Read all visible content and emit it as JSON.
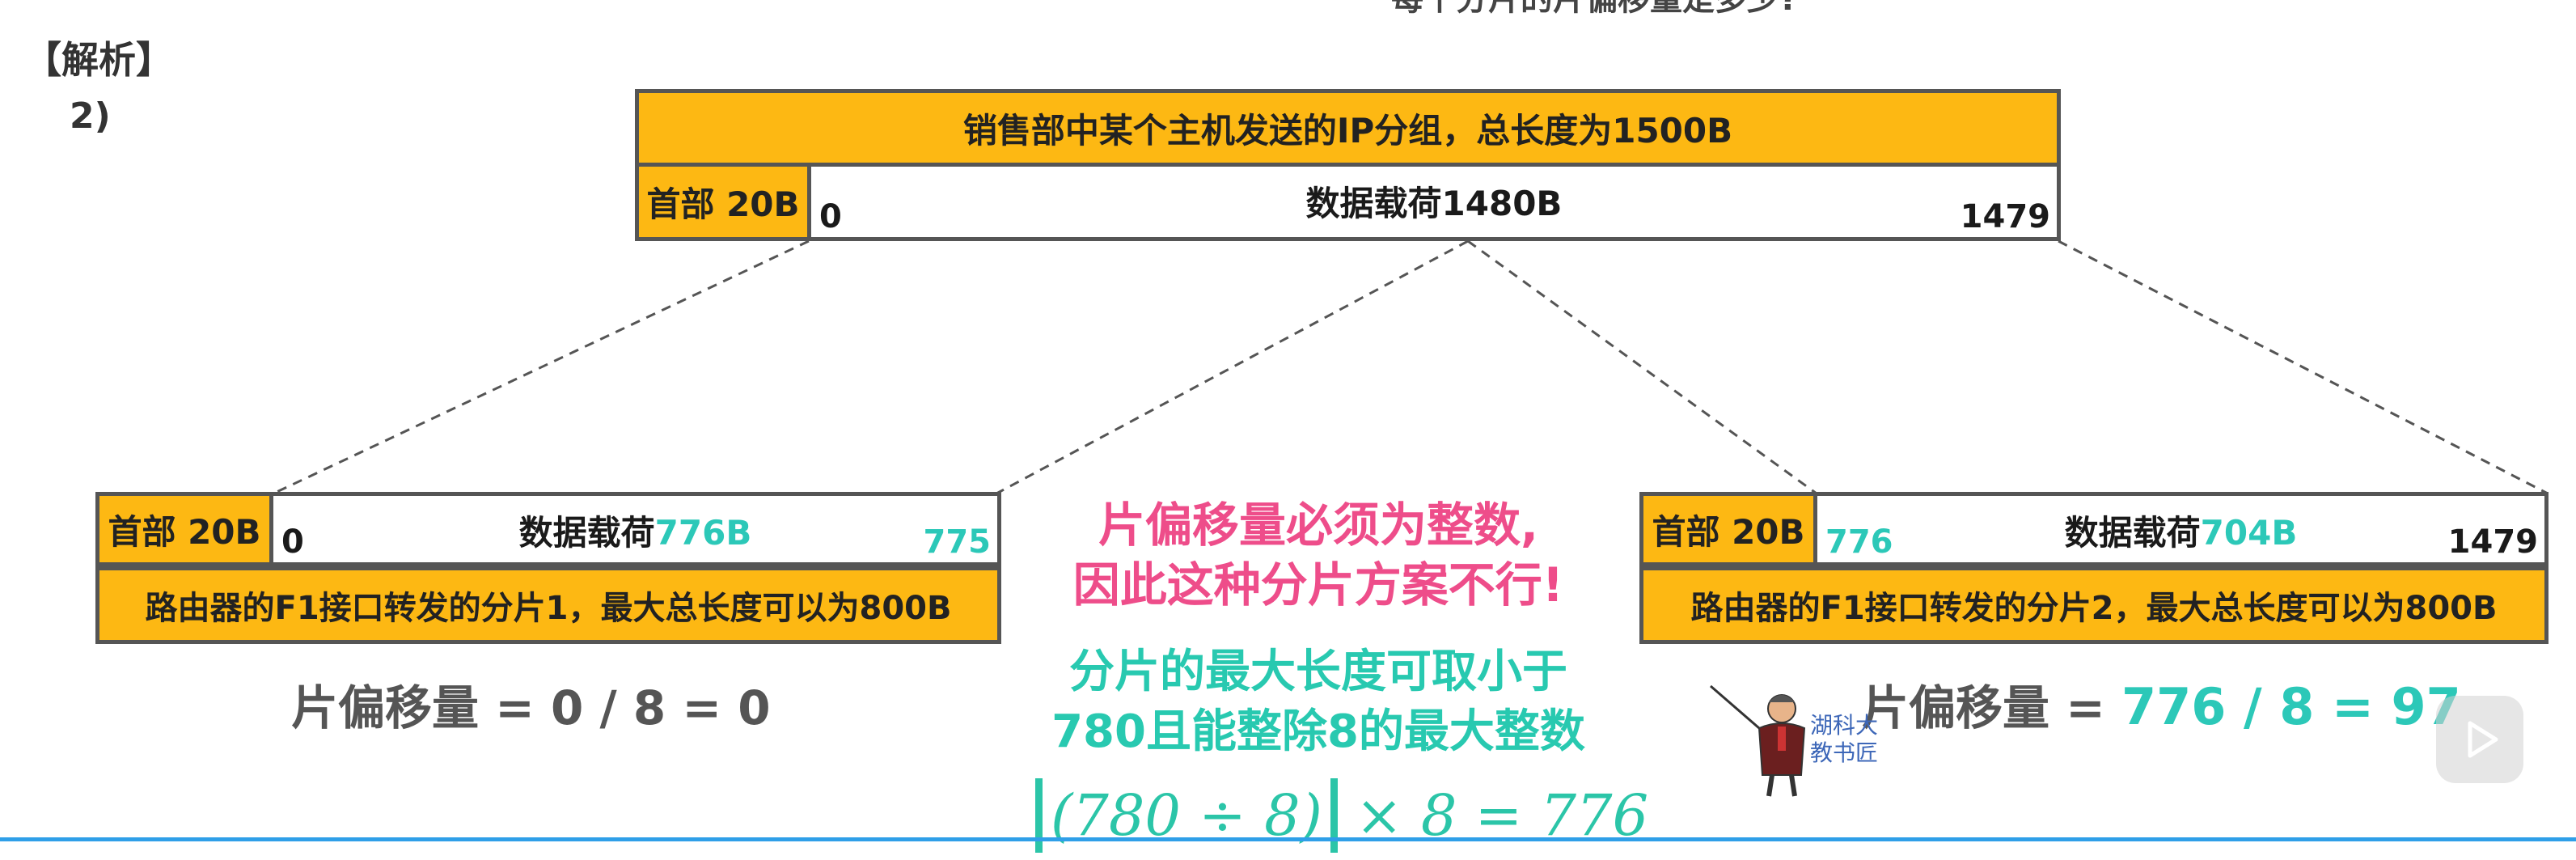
{
  "top_cut_text": "每个分片的片偏移量是多少?",
  "analysis_label": "【解析】",
  "question_number": "2)",
  "original_packet": {
    "title": "销售部中某个主机发送的IP分组，总长度为1500B",
    "header": "首部 20B",
    "payload": "数据载荷1480B",
    "start": "0",
    "end": "1479"
  },
  "fragment1": {
    "header": "首部 20B",
    "payload_prefix": "数据载荷",
    "payload_size": "776B",
    "start": "0",
    "end": "775",
    "caption": "路由器的F1接口转发的分片1，最大总长度可以为800B",
    "offset_text": "片偏移量 = 0 / 8 = 0"
  },
  "fragment2": {
    "header": "首部 20B",
    "payload_prefix": "数据载荷",
    "payload_size": "704B",
    "start": "776",
    "end": "1479",
    "caption": "路由器的F1接口转发的分片2，最大总长度可以为800B",
    "offset_label": "片偏移量 =",
    "offset_value": "776 / 8 = 97"
  },
  "notes": {
    "pink_line1": "片偏移量必须为整数,",
    "pink_line2": "因此这种分片方案不行!",
    "green_line1": "分片的最大长度可取小于",
    "green_line2": "780且能整除8的最大整数",
    "formula_inner": "(780 ÷ 8)",
    "formula_tail": "× 8 = 776"
  },
  "brand": {
    "line1": "湖科大",
    "line2": "教书匠"
  },
  "colors": {
    "header_fill": "#fdb813",
    "teal": "#2cc8b8",
    "pink": "#ee4d8a",
    "progress_line": "#2f9fe8"
  }
}
